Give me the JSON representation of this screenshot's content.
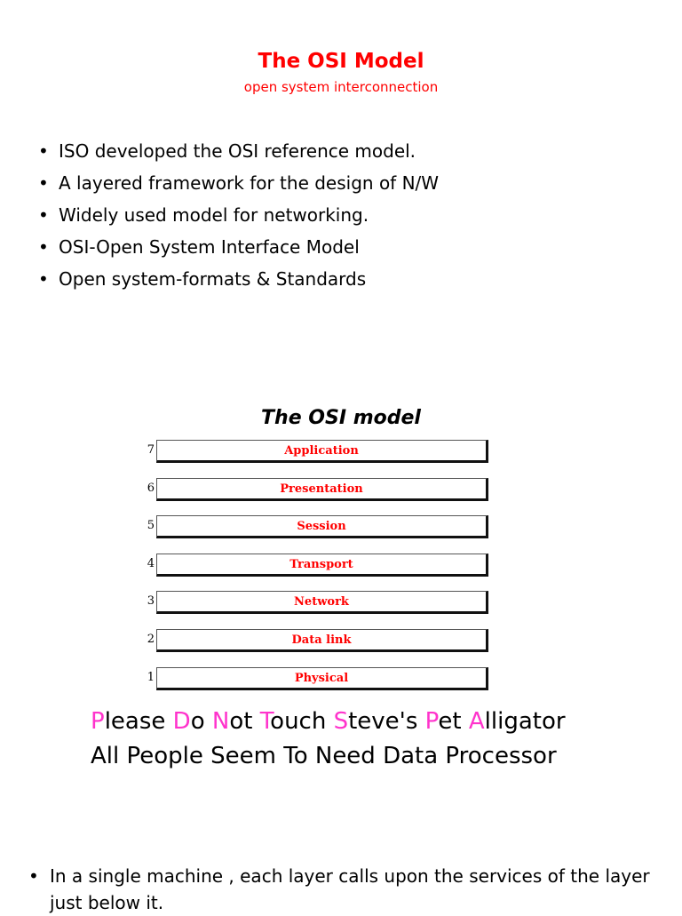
{
  "header": {
    "title": "The OSI Model",
    "subtitle": "open system interconnection"
  },
  "bullets": [
    "ISO developed the OSI reference model.",
    "A layered framework for the design of N/W",
    "Widely used model for networking.",
    "OSI-Open System Interface Model",
    "Open system-formats & Standards"
  ],
  "diagram": {
    "title": "The OSI model",
    "layers": [
      {
        "number": "7",
        "name": "Application"
      },
      {
        "number": "6",
        "name": "Presentation"
      },
      {
        "number": "5",
        "name": "Session"
      },
      {
        "number": "4",
        "name": "Transport"
      },
      {
        "number": "3",
        "name": "Network"
      },
      {
        "number": "2",
        "name": "Data link"
      },
      {
        "number": "1",
        "name": "Physical"
      }
    ]
  },
  "mnemonics": {
    "line1": [
      {
        "first": "P",
        "rest": "lease "
      },
      {
        "first": "D",
        "rest": "o "
      },
      {
        "first": "N",
        "rest": "ot "
      },
      {
        "first": "T",
        "rest": "ouch "
      },
      {
        "first": "S",
        "rest": "teve's "
      },
      {
        "first": "P",
        "rest": "et "
      },
      {
        "first": "A",
        "rest": "lligator"
      }
    ],
    "line2": "All People Seem To Need Data Processor"
  },
  "footer_bullet": "In a single machine , each layer calls upon the services of the layer just below it.",
  "colors": {
    "title": "#ff0000",
    "layer_label": "#ff0000",
    "mnemonic_highlight": "#ff33cc"
  }
}
